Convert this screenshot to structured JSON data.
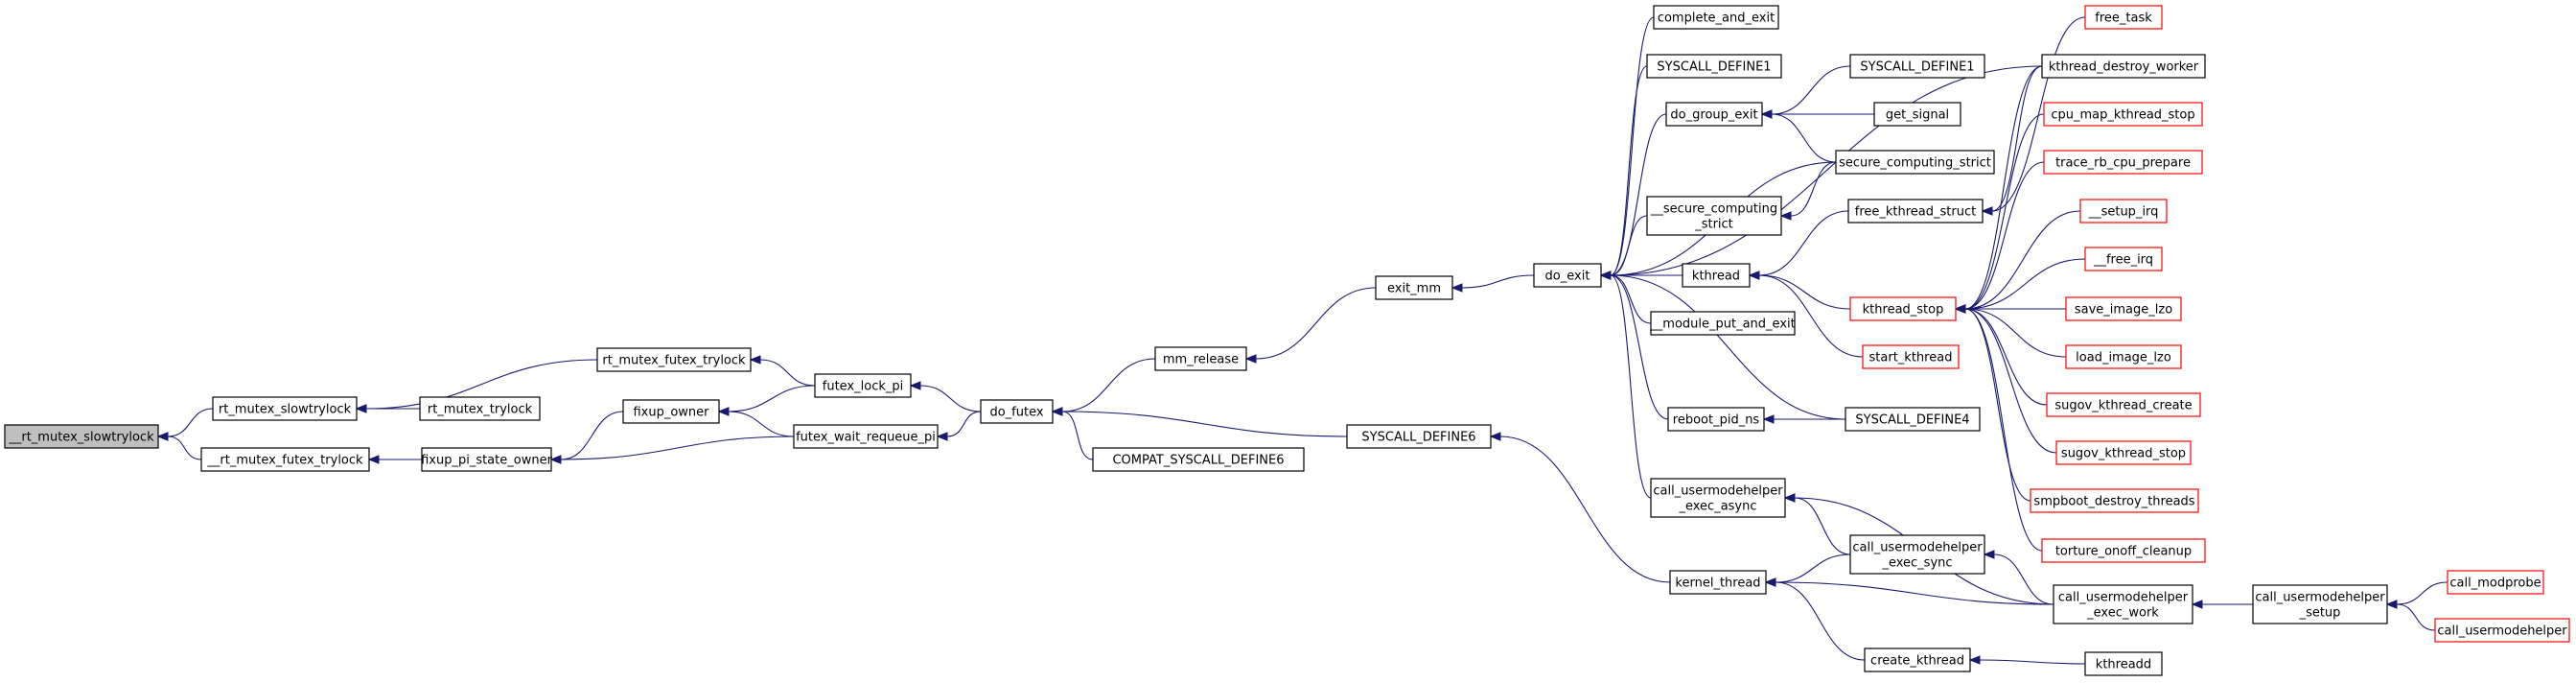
{
  "colors": {
    "edge": "#191970",
    "border_normal": "#000000",
    "border_truncated": "#ff0000",
    "root_fill": "#bfbfbf",
    "node_fill": "#ffffff",
    "text": "#000000"
  },
  "nodes": [
    {
      "id": "rt_mutex_slowtrylock_root",
      "lines": [
        "__rt_mutex_slowtrylock"
      ],
      "root": true
    },
    {
      "id": "rt_mutex_slowtrylock",
      "lines": [
        "rt_mutex_slowtrylock"
      ]
    },
    {
      "id": "rt_mutex_futex_trylock2",
      "lines": [
        "__rt_mutex_futex_trylock"
      ]
    },
    {
      "id": "rt_mutex_futex_trylock",
      "lines": [
        "rt_mutex_futex_trylock"
      ]
    },
    {
      "id": "rt_mutex_trylock",
      "lines": [
        "rt_mutex_trylock"
      ]
    },
    {
      "id": "fixup_owner",
      "lines": [
        "fixup_owner"
      ]
    },
    {
      "id": "fixup_pi_state_owner",
      "lines": [
        "fixup_pi_state_owner"
      ]
    },
    {
      "id": "futex_lock_pi",
      "lines": [
        "futex_lock_pi"
      ]
    },
    {
      "id": "futex_wait_requeue_pi",
      "lines": [
        "futex_wait_requeue_pi"
      ]
    },
    {
      "id": "do_futex",
      "lines": [
        "do_futex"
      ]
    },
    {
      "id": "mm_release",
      "lines": [
        "mm_release"
      ]
    },
    {
      "id": "compat_syscall_define6",
      "lines": [
        "COMPAT_SYSCALL_DEFINE6"
      ]
    },
    {
      "id": "syscall_define6",
      "lines": [
        "SYSCALL_DEFINE6"
      ]
    },
    {
      "id": "exit_mm",
      "lines": [
        "exit_mm"
      ]
    },
    {
      "id": "do_exit",
      "lines": [
        "do_exit"
      ]
    },
    {
      "id": "complete_and_exit",
      "lines": [
        "complete_and_exit"
      ]
    },
    {
      "id": "syscall_define1_a",
      "lines": [
        "SYSCALL_DEFINE1"
      ]
    },
    {
      "id": "do_group_exit",
      "lines": [
        "do_group_exit"
      ]
    },
    {
      "id": "secure_computing_strict2",
      "lines": [
        "__secure_computing",
        "_strict"
      ]
    },
    {
      "id": "kthread",
      "lines": [
        "kthread"
      ]
    },
    {
      "id": "module_put_and_exit",
      "lines": [
        "__module_put_and_exit"
      ]
    },
    {
      "id": "reboot_pid_ns",
      "lines": [
        "reboot_pid_ns"
      ]
    },
    {
      "id": "call_usermodehelper_exec_async",
      "lines": [
        "call_usermodehelper",
        "_exec_async"
      ]
    },
    {
      "id": "kernel_thread",
      "lines": [
        "kernel_thread"
      ]
    },
    {
      "id": "syscall_define1_b",
      "lines": [
        "SYSCALL_DEFINE1"
      ]
    },
    {
      "id": "get_signal",
      "lines": [
        "get_signal"
      ]
    },
    {
      "id": "secure_computing_strict",
      "lines": [
        "secure_computing_strict"
      ]
    },
    {
      "id": "free_kthread_struct",
      "lines": [
        "free_kthread_struct"
      ]
    },
    {
      "id": "kthread_stop",
      "lines": [
        "kthread_stop"
      ],
      "truncated": true
    },
    {
      "id": "start_kthread",
      "lines": [
        "start_kthread"
      ],
      "truncated": true
    },
    {
      "id": "syscall_define4",
      "lines": [
        "SYSCALL_DEFINE4"
      ]
    },
    {
      "id": "call_usermodehelper_exec_sync",
      "lines": [
        "call_usermodehelper",
        "_exec_sync"
      ]
    },
    {
      "id": "call_usermodehelper_exec_work",
      "lines": [
        "call_usermodehelper",
        "_exec_work"
      ]
    },
    {
      "id": "create_kthread",
      "lines": [
        "create_kthread"
      ]
    },
    {
      "id": "kthreadd",
      "lines": [
        "kthreadd"
      ]
    },
    {
      "id": "call_usermodehelper_setup",
      "lines": [
        "call_usermodehelper",
        "_setup"
      ]
    },
    {
      "id": "call_modprobe",
      "lines": [
        "call_modprobe"
      ],
      "truncated": true
    },
    {
      "id": "call_usermodehelper",
      "lines": [
        "call_usermodehelper"
      ],
      "truncated": true
    },
    {
      "id": "free_task",
      "lines": [
        "free_task"
      ],
      "truncated": true
    },
    {
      "id": "kthread_destroy_worker",
      "lines": [
        "kthread_destroy_worker"
      ]
    },
    {
      "id": "cpu_map_kthread_stop",
      "lines": [
        "cpu_map_kthread_stop"
      ],
      "truncated": true
    },
    {
      "id": "trace_rb_cpu_prepare",
      "lines": [
        "trace_rb_cpu_prepare"
      ],
      "truncated": true
    },
    {
      "id": "setup_irq",
      "lines": [
        "__setup_irq"
      ],
      "truncated": true
    },
    {
      "id": "free_irq",
      "lines": [
        "__free_irq"
      ],
      "truncated": true
    },
    {
      "id": "save_image_lzo",
      "lines": [
        "save_image_lzo"
      ],
      "truncated": true
    },
    {
      "id": "load_image_lzo",
      "lines": [
        "load_image_lzo"
      ],
      "truncated": true
    },
    {
      "id": "sugov_kthread_create",
      "lines": [
        "sugov_kthread_create"
      ],
      "truncated": true
    },
    {
      "id": "sugov_kthread_stop",
      "lines": [
        "sugov_kthread_stop"
      ],
      "truncated": true
    },
    {
      "id": "smpboot_destroy_threads",
      "lines": [
        "smpboot_destroy_threads"
      ],
      "truncated": true
    },
    {
      "id": "torture_onoff_cleanup",
      "lines": [
        "torture_onoff_cleanup"
      ],
      "truncated": true
    }
  ],
  "edges": [
    [
      "rt_mutex_slowtrylock",
      "rt_mutex_slowtrylock_root"
    ],
    [
      "rt_mutex_futex_trylock2",
      "rt_mutex_slowtrylock_root"
    ],
    [
      "rt_mutex_futex_trylock",
      "rt_mutex_slowtrylock"
    ],
    [
      "rt_mutex_trylock",
      "rt_mutex_slowtrylock"
    ],
    [
      "fixup_pi_state_owner",
      "rt_mutex_futex_trylock2"
    ],
    [
      "futex_lock_pi",
      "rt_mutex_futex_trylock"
    ],
    [
      "fixup_owner",
      "fixup_pi_state_owner"
    ],
    [
      "futex_wait_requeue_pi",
      "fixup_pi_state_owner"
    ],
    [
      "futex_lock_pi",
      "fixup_owner"
    ],
    [
      "futex_wait_requeue_pi",
      "fixup_owner"
    ],
    [
      "do_futex",
      "futex_lock_pi"
    ],
    [
      "do_futex",
      "futex_wait_requeue_pi"
    ],
    [
      "mm_release",
      "do_futex"
    ],
    [
      "compat_syscall_define6",
      "do_futex"
    ],
    [
      "syscall_define6",
      "do_futex"
    ],
    [
      "exit_mm",
      "mm_release"
    ],
    [
      "do_exit",
      "exit_mm"
    ],
    [
      "kernel_thread",
      "syscall_define6"
    ],
    [
      "complete_and_exit",
      "do_exit"
    ],
    [
      "syscall_define1_a",
      "do_exit"
    ],
    [
      "do_group_exit",
      "do_exit"
    ],
    [
      "secure_computing_strict",
      "do_exit"
    ],
    [
      "secure_computing_strict2",
      "do_exit"
    ],
    [
      "kthread",
      "do_exit"
    ],
    [
      "module_put_and_exit",
      "do_exit"
    ],
    [
      "reboot_pid_ns",
      "do_exit"
    ],
    [
      "syscall_define4",
      "do_exit"
    ],
    [
      "call_usermodehelper_exec_async",
      "do_exit"
    ],
    [
      "kthread_destroy_worker",
      "do_exit"
    ],
    [
      "syscall_define1_b",
      "do_group_exit"
    ],
    [
      "get_signal",
      "do_group_exit"
    ],
    [
      "secure_computing_strict",
      "do_group_exit"
    ],
    [
      "secure_computing_strict",
      "secure_computing_strict2"
    ],
    [
      "free_kthread_struct",
      "kthread"
    ],
    [
      "kthread_stop",
      "kthread"
    ],
    [
      "start_kthread",
      "kthread"
    ],
    [
      "syscall_define4",
      "reboot_pid_ns"
    ],
    [
      "call_usermodehelper_exec_work",
      "call_usermodehelper_exec_async"
    ],
    [
      "call_usermodehelper_exec_sync",
      "call_usermodehelper_exec_async"
    ],
    [
      "call_usermodehelper_exec_sync",
      "kernel_thread"
    ],
    [
      "call_usermodehelper_exec_work",
      "kernel_thread"
    ],
    [
      "create_kthread",
      "kernel_thread"
    ],
    [
      "call_usermodehelper_exec_work",
      "call_usermodehelper_exec_sync"
    ],
    [
      "kthreadd",
      "create_kthread"
    ],
    [
      "call_usermodehelper_setup",
      "call_usermodehelper_exec_work"
    ],
    [
      "call_modprobe",
      "call_usermodehelper_setup"
    ],
    [
      "call_usermodehelper",
      "call_usermodehelper_setup"
    ],
    [
      "kthread_destroy_worker",
      "free_kthread_struct"
    ],
    [
      "free_task",
      "free_kthread_struct"
    ],
    [
      "kthread_destroy_worker",
      "kthread_stop"
    ],
    [
      "cpu_map_kthread_stop",
      "kthread_stop"
    ],
    [
      "trace_rb_cpu_prepare",
      "kthread_stop"
    ],
    [
      "setup_irq",
      "kthread_stop"
    ],
    [
      "free_irq",
      "kthread_stop"
    ],
    [
      "save_image_lzo",
      "kthread_stop"
    ],
    [
      "load_image_lzo",
      "kthread_stop"
    ],
    [
      "sugov_kthread_create",
      "kthread_stop"
    ],
    [
      "sugov_kthread_stop",
      "kthread_stop"
    ],
    [
      "smpboot_destroy_threads",
      "kthread_stop"
    ],
    [
      "torture_onoff_cleanup",
      "kthread_stop"
    ]
  ]
}
